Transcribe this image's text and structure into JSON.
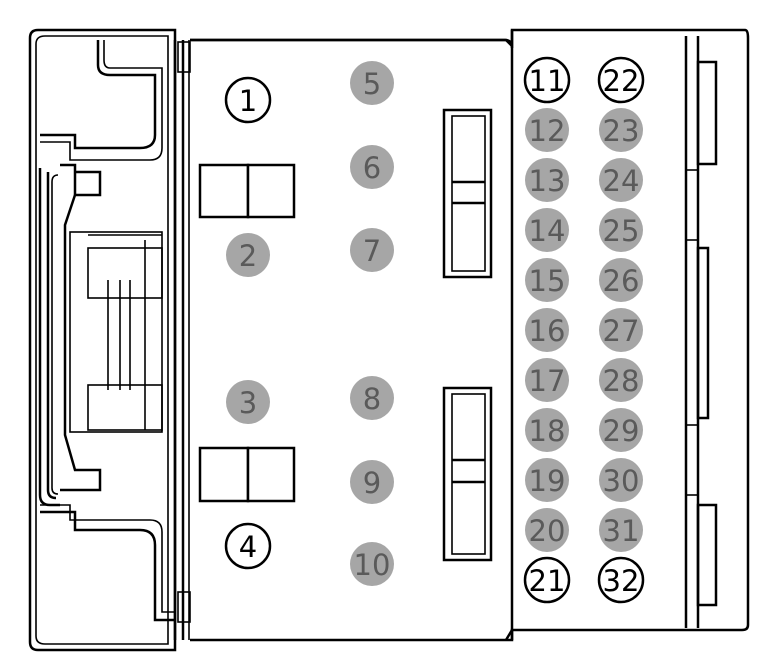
{
  "connector": {
    "pins": [
      {
        "id": "1",
        "style": "outline"
      },
      {
        "id": "2",
        "style": "filled"
      },
      {
        "id": "3",
        "style": "filled"
      },
      {
        "id": "4",
        "style": "outline"
      },
      {
        "id": "5",
        "style": "filled"
      },
      {
        "id": "6",
        "style": "filled"
      },
      {
        "id": "7",
        "style": "filled"
      },
      {
        "id": "8",
        "style": "filled"
      },
      {
        "id": "9",
        "style": "filled"
      },
      {
        "id": "10",
        "style": "filled"
      },
      {
        "id": "11",
        "style": "outline"
      },
      {
        "id": "12",
        "style": "filled"
      },
      {
        "id": "13",
        "style": "filled"
      },
      {
        "id": "14",
        "style": "filled"
      },
      {
        "id": "15",
        "style": "filled"
      },
      {
        "id": "16",
        "style": "filled"
      },
      {
        "id": "17",
        "style": "filled"
      },
      {
        "id": "18",
        "style": "filled"
      },
      {
        "id": "19",
        "style": "filled"
      },
      {
        "id": "20",
        "style": "filled"
      },
      {
        "id": "21",
        "style": "outline"
      },
      {
        "id": "22",
        "style": "outline"
      },
      {
        "id": "23",
        "style": "filled"
      },
      {
        "id": "24",
        "style": "filled"
      },
      {
        "id": "25",
        "style": "filled"
      },
      {
        "id": "26",
        "style": "filled"
      },
      {
        "id": "27",
        "style": "filled"
      },
      {
        "id": "28",
        "style": "filled"
      },
      {
        "id": "29",
        "style": "filled"
      },
      {
        "id": "30",
        "style": "filled"
      },
      {
        "id": "31",
        "style": "filled"
      },
      {
        "id": "32",
        "style": "outline"
      }
    ],
    "colors": {
      "outline": "#000000",
      "filled_pin": "#a6a6a6",
      "filled_text": "#5a5a5a",
      "background": "#ffffff"
    }
  }
}
